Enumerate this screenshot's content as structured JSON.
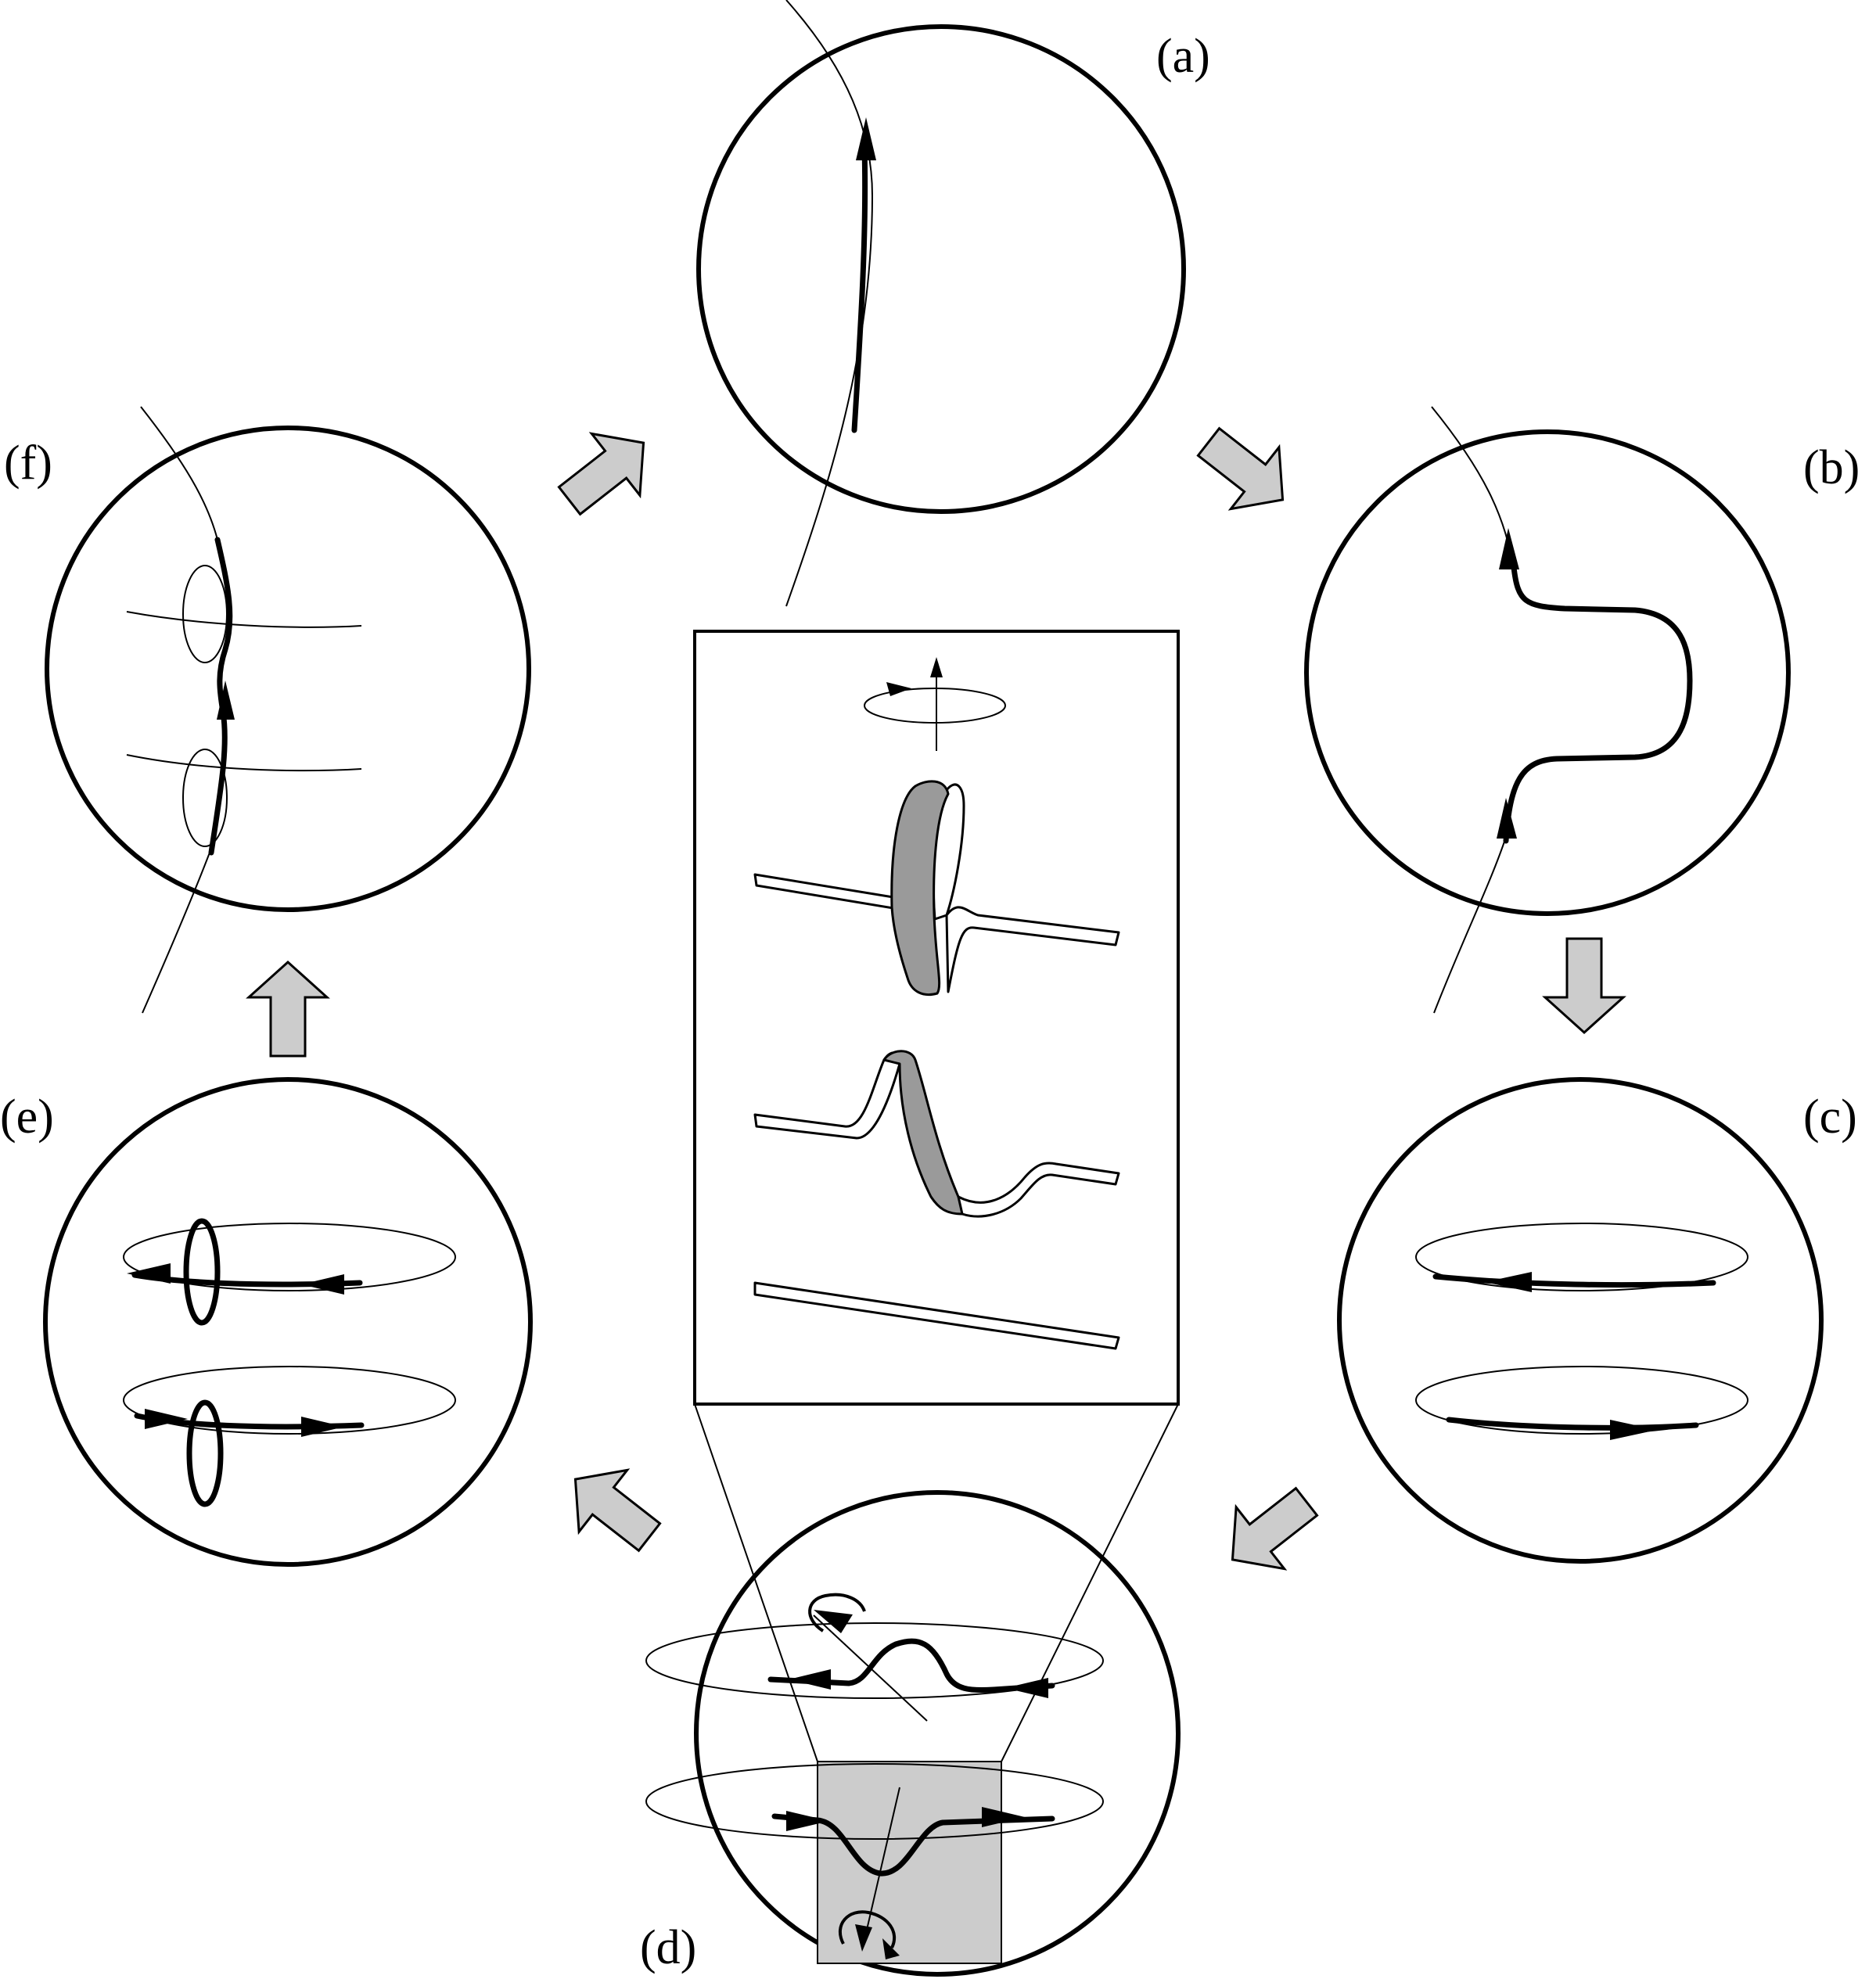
{
  "panels": [
    {
      "id": "a",
      "label": "(a)"
    },
    {
      "id": "b",
      "label": "(b)"
    },
    {
      "id": "c",
      "label": "(c)"
    },
    {
      "id": "d",
      "label": "(d)"
    },
    {
      "id": "e",
      "label": "(e)"
    },
    {
      "id": "f",
      "label": "(f)"
    }
  ],
  "colors": {
    "flow_arrow_fill": "#cccccc",
    "highlight_box_fill": "#cccccc",
    "ribbon_shade": "#9a9a9a",
    "line": "#000000"
  }
}
